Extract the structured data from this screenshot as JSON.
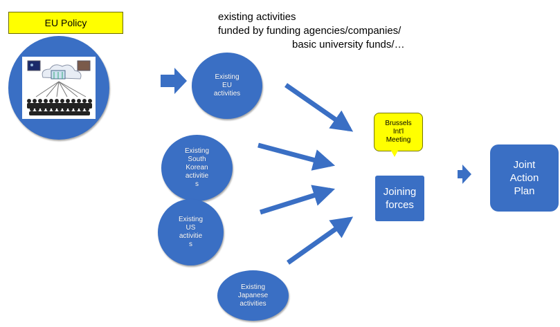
{
  "eu_policy_label": "EU  Policy",
  "header_lines": [
    "existing activities",
    "funded by funding agencies/companies/",
    "basic university funds/…"
  ],
  "nodes": {
    "eu_activities": "Existing\nEU\nactivities",
    "south_korean_activities": "Existing\nSouth\nKorean\nactivitie\ns",
    "us_activities": "Existing\nUS\nactivitie\ns",
    "japanese_activities": "Existing\nJapanese\nactivities",
    "brussels_meeting": "Brussels\nInt'l\nMeeting",
    "joining_forces": "Joining\nforces",
    "joint_action_plan": "Joint\nAction\nPlan"
  },
  "colors": {
    "node_blue": "#3a6fc4",
    "highlight_yellow": "#ffff00"
  },
  "icons": [
    "people-network-icon"
  ]
}
